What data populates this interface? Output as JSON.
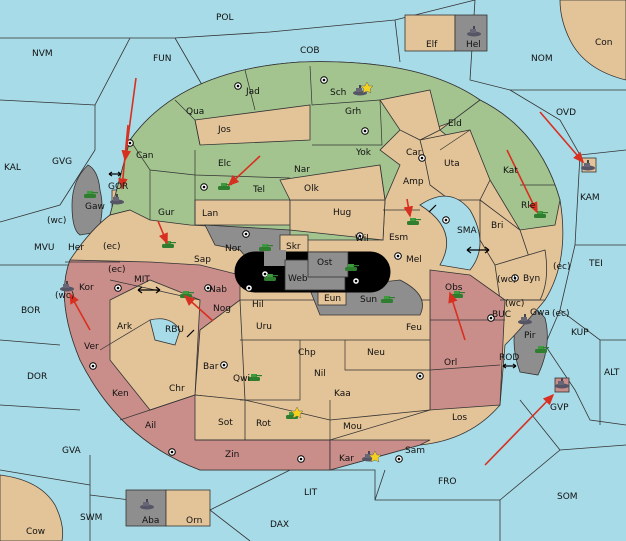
{
  "colors": {
    "sea": "#a8dbe8",
    "green": "#a3c48f",
    "tan": "#e3c398",
    "red": "#c98e8a",
    "gray": "#8e8e8e",
    "black": "#000000",
    "arrow": "#d83020",
    "unit": "#2f7d2f"
  },
  "sea_labels": [
    {
      "id": "pol",
      "text": "POL"
    },
    {
      "id": "nvm",
      "text": "NVM"
    },
    {
      "id": "fun",
      "text": "FUN"
    },
    {
      "id": "cob",
      "text": "COB"
    },
    {
      "id": "nom",
      "text": "NOM"
    },
    {
      "id": "ovd",
      "text": "OVD"
    },
    {
      "id": "kal",
      "text": "KAL"
    },
    {
      "id": "gvg",
      "text": "GVG"
    },
    {
      "id": "kam",
      "text": "KAM"
    },
    {
      "id": "mvu",
      "text": "MVU"
    },
    {
      "id": "tei",
      "text": "TEI"
    },
    {
      "id": "sma",
      "text": "SMA"
    },
    {
      "id": "mit",
      "text": "MIT"
    },
    {
      "id": "bor",
      "text": "BOR"
    },
    {
      "id": "kup",
      "text": "KUP"
    },
    {
      "id": "buc",
      "text": "BUC"
    },
    {
      "id": "rbu",
      "text": "RBU"
    },
    {
      "id": "rod",
      "text": "ROD"
    },
    {
      "id": "dor",
      "text": "DOR"
    },
    {
      "id": "alt",
      "text": "ALT"
    },
    {
      "id": "gvp",
      "text": "GVP"
    },
    {
      "id": "gva",
      "text": "GVA"
    },
    {
      "id": "fro",
      "text": "FRO"
    },
    {
      "id": "som",
      "text": "SOM"
    },
    {
      "id": "lit",
      "text": "LIT"
    },
    {
      "id": "swm",
      "text": "SWM"
    },
    {
      "id": "dax",
      "text": "DAX"
    },
    {
      "id": "cow",
      "text": "Cow"
    },
    {
      "id": "con",
      "text": "Con"
    }
  ],
  "land_labels": [
    {
      "id": "elf",
      "text": "Elf"
    },
    {
      "id": "hel",
      "text": "Hel"
    },
    {
      "id": "jad",
      "text": "Jad"
    },
    {
      "id": "sch",
      "text": "Sch"
    },
    {
      "id": "qua",
      "text": "Qua"
    },
    {
      "id": "jos",
      "text": "Jos"
    },
    {
      "id": "grh",
      "text": "Grh"
    },
    {
      "id": "eld",
      "text": "Eld"
    },
    {
      "id": "can",
      "text": "Can"
    },
    {
      "id": "elc",
      "text": "Elc"
    },
    {
      "id": "nar",
      "text": "Nar"
    },
    {
      "id": "yok",
      "text": "Yok"
    },
    {
      "id": "car",
      "text": "Car"
    },
    {
      "id": "uta",
      "text": "Uta"
    },
    {
      "id": "kat",
      "text": "Kat"
    },
    {
      "id": "tel",
      "text": "Tel"
    },
    {
      "id": "olk",
      "text": "Olk"
    },
    {
      "id": "amp",
      "text": "Amp"
    },
    {
      "id": "gor",
      "text": "GOR"
    },
    {
      "id": "gaw",
      "text": "Gaw"
    },
    {
      "id": "gur",
      "text": "Gur"
    },
    {
      "id": "lan",
      "text": "Lan"
    },
    {
      "id": "hug",
      "text": "Hug"
    },
    {
      "id": "rle",
      "text": "Rle"
    },
    {
      "id": "esm",
      "text": "Esm"
    },
    {
      "id": "bri",
      "text": "Bri"
    },
    {
      "id": "wil",
      "text": "Wil"
    },
    {
      "id": "her",
      "text": "Her"
    },
    {
      "id": "nor",
      "text": "Nor"
    },
    {
      "id": "skr",
      "text": "Skr"
    },
    {
      "id": "ost",
      "text": "Ost"
    },
    {
      "id": "sap",
      "text": "Sap"
    },
    {
      "id": "web",
      "text": "Web"
    },
    {
      "id": "mel",
      "text": "Mel"
    },
    {
      "id": "byn",
      "text": "Byn"
    },
    {
      "id": "kor",
      "text": "Kor"
    },
    {
      "id": "nab",
      "text": "Nab"
    },
    {
      "id": "obs",
      "text": "Obs"
    },
    {
      "id": "hil",
      "text": "Hil"
    },
    {
      "id": "eun",
      "text": "Eun"
    },
    {
      "id": "sun",
      "text": "Sun"
    },
    {
      "id": "gwa",
      "text": "Gwa"
    },
    {
      "id": "nog",
      "text": "Nog"
    },
    {
      "id": "ark",
      "text": "Ark"
    },
    {
      "id": "uru",
      "text": "Uru"
    },
    {
      "id": "feu",
      "text": "Feu"
    },
    {
      "id": "pir",
      "text": "Pir"
    },
    {
      "id": "ver",
      "text": "Ver"
    },
    {
      "id": "chp",
      "text": "Chp"
    },
    {
      "id": "neu",
      "text": "Neu"
    },
    {
      "id": "orl",
      "text": "Orl"
    },
    {
      "id": "bar",
      "text": "Bar"
    },
    {
      "id": "nil",
      "text": "Nil"
    },
    {
      "id": "qwi",
      "text": "Qwi"
    },
    {
      "id": "ken",
      "text": "Ken"
    },
    {
      "id": "chr",
      "text": "Chr"
    },
    {
      "id": "kaa",
      "text": "Kaa"
    },
    {
      "id": "los",
      "text": "Los"
    },
    {
      "id": "ail",
      "text": "Ail"
    },
    {
      "id": "sot",
      "text": "Sot"
    },
    {
      "id": "rot",
      "text": "Rot"
    },
    {
      "id": "mou",
      "text": "Mou"
    },
    {
      "id": "zin",
      "text": "Zin"
    },
    {
      "id": "sam",
      "text": "Sam"
    },
    {
      "id": "kar",
      "text": "Kar"
    },
    {
      "id": "aba",
      "text": "Aba"
    },
    {
      "id": "orn",
      "text": "Orn"
    }
  ],
  "coast_labels": [
    {
      "id": "wc1",
      "text": "(wc)"
    },
    {
      "id": "ec1",
      "text": "(ec)"
    },
    {
      "id": "ec2",
      "text": "(ec)"
    },
    {
      "id": "wc2",
      "text": "(wc)"
    },
    {
      "id": "wc3",
      "text": "(wc)"
    },
    {
      "id": "ec3",
      "text": "(ec)"
    },
    {
      "id": "wc4",
      "text": "(wc)"
    },
    {
      "id": "ec4",
      "text": "(ec)"
    }
  ]
}
